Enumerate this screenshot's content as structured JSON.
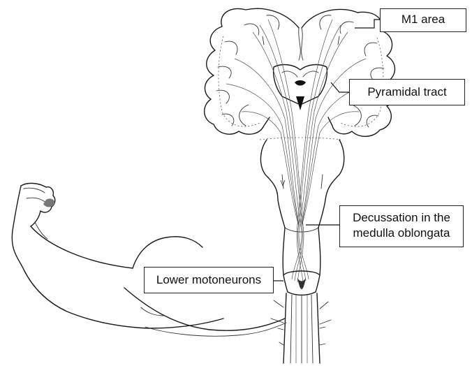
{
  "labels": {
    "m1": "M1 area",
    "pyramidal": "Pyramidal tract",
    "decussation": "Decussation in the medulla oblongata",
    "lower": "Lower motoneurons"
  },
  "colors": {
    "ink": "#1a1a1a",
    "background": "#ffffff"
  }
}
